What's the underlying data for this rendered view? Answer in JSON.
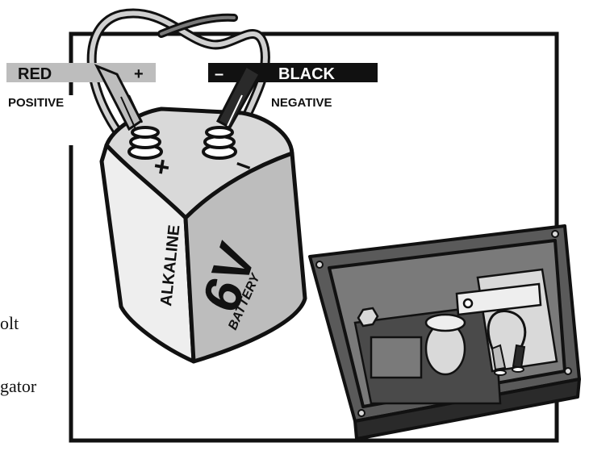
{
  "labels": {
    "red": "RED",
    "plus": "+",
    "positive": "POSITIVE",
    "minus": "–",
    "black": "BLACK",
    "negative": "NEGATIVE"
  },
  "battery": {
    "plus_mark": "+",
    "minus_mark": "–",
    "chemistry": "ALKALINE",
    "voltage": "6V",
    "type": "BATTERY"
  },
  "partial_text": {
    "line1": "olt",
    "line2": "gator"
  },
  "colors": {
    "black": "#111111",
    "white": "#ffffff",
    "light_gray": "#d9d9d9",
    "mid_gray": "#bdbdbd",
    "dark_gray": "#5a5a5a"
  }
}
